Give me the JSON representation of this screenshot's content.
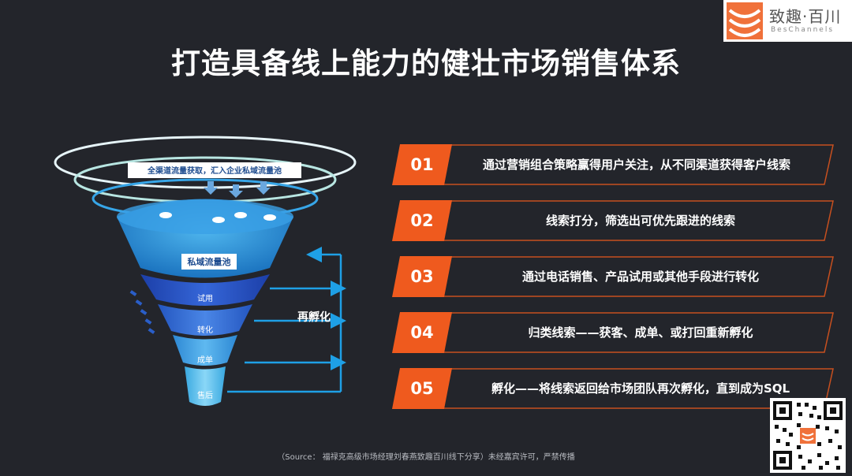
{
  "title": "打造具备线上能力的健壮市场销售体系",
  "logo": {
    "name_cn": "致趣·百川",
    "name_en": "BesChannels",
    "brand_color": "#f0713a"
  },
  "funnel": {
    "banner": "全渠道流量获取，汇入企业私域流量池",
    "pool_label": "私域流量池",
    "stages": [
      "试用",
      "转化",
      "成单",
      "售后"
    ],
    "reincubate_label": "再孵化",
    "colors": {
      "pool": "#2a8fd6",
      "ring": "#dff2f8",
      "stage_dark": "#2f5bd1",
      "stage_light": "#6bc7f2",
      "arrow": "#1ea0e6"
    }
  },
  "steps": [
    {
      "num": "01",
      "text": "通过营销组合策略赢得用户关注，从不同渠道获得客户线索"
    },
    {
      "num": "02",
      "text": "线索打分，筛选出可优先跟进的线索"
    },
    {
      "num": "03",
      "text": "通过电话销售、产品试用或其他手段进行转化"
    },
    {
      "num": "04",
      "text": "归类线索——获客、成单、或打回重新孵化"
    },
    {
      "num": "05",
      "text": "孵化——将线索返回给市场团队再次孵化，直到成为SQL"
    }
  ],
  "step_colors": {
    "number_bg": "#ef5a1e",
    "border": "#c8501f"
  },
  "source": "（Source： 福禄克高级市场经理刘春燕致趣百川线下分享）未经嘉宾许可，严禁传播"
}
